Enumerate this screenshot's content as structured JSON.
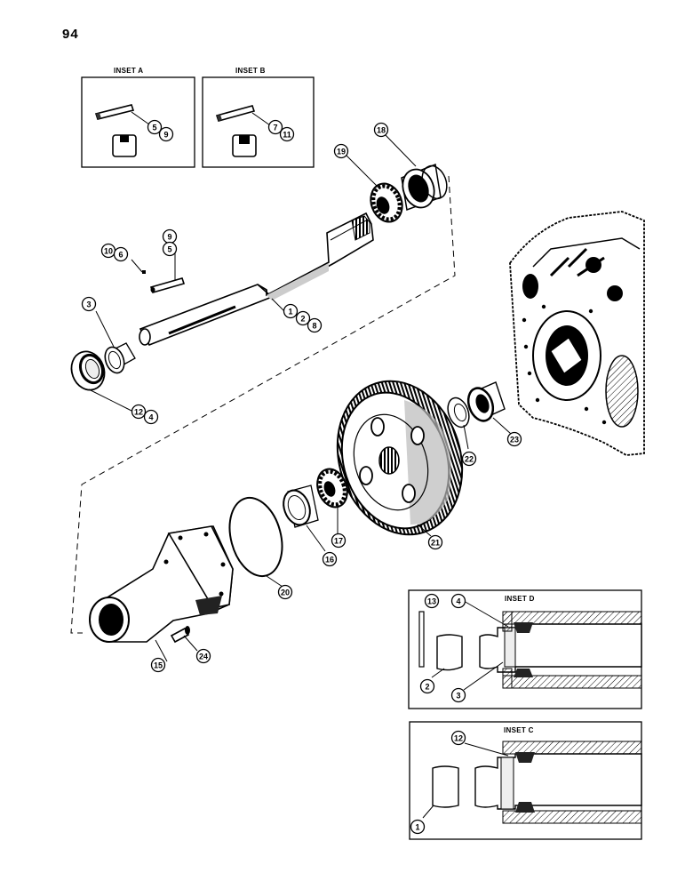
{
  "page_number": "94",
  "insets": [
    {
      "id": "a",
      "title": "INSET A"
    },
    {
      "id": "b",
      "title": "INSET B"
    },
    {
      "id": "d",
      "title": "INSET D"
    },
    {
      "id": "c",
      "title": "INSET C"
    }
  ],
  "callouts": [
    {
      "id": "c5a",
      "label": "5"
    },
    {
      "id": "c9a",
      "label": "9"
    },
    {
      "id": "c7b",
      "label": "7"
    },
    {
      "id": "c11b",
      "label": "11"
    },
    {
      "id": "c18",
      "label": "18"
    },
    {
      "id": "c19",
      "label": "19"
    },
    {
      "id": "c9",
      "label": "9"
    },
    {
      "id": "c5",
      "label": "5"
    },
    {
      "id": "c10",
      "label": "10"
    },
    {
      "id": "c6",
      "label": "6"
    },
    {
      "id": "c1",
      "label": "1"
    },
    {
      "id": "c2",
      "label": "2"
    },
    {
      "id": "c8",
      "label": "8"
    },
    {
      "id": "c3",
      "label": "3"
    },
    {
      "id": "c12",
      "label": "12"
    },
    {
      "id": "c4",
      "label": "4"
    },
    {
      "id": "c22",
      "label": "22"
    },
    {
      "id": "c23",
      "label": "23"
    },
    {
      "id": "c21",
      "label": "21"
    },
    {
      "id": "c17",
      "label": "17"
    },
    {
      "id": "c16",
      "label": "16"
    },
    {
      "id": "c20",
      "label": "20"
    },
    {
      "id": "c15",
      "label": "15"
    },
    {
      "id": "c24",
      "label": "24"
    },
    {
      "id": "d13",
      "label": "13"
    },
    {
      "id": "d4",
      "label": "4"
    },
    {
      "id": "d2",
      "label": "2"
    },
    {
      "id": "d3",
      "label": "3"
    },
    {
      "id": "c_12",
      "label": "12"
    },
    {
      "id": "c_1",
      "label": "1"
    }
  ]
}
